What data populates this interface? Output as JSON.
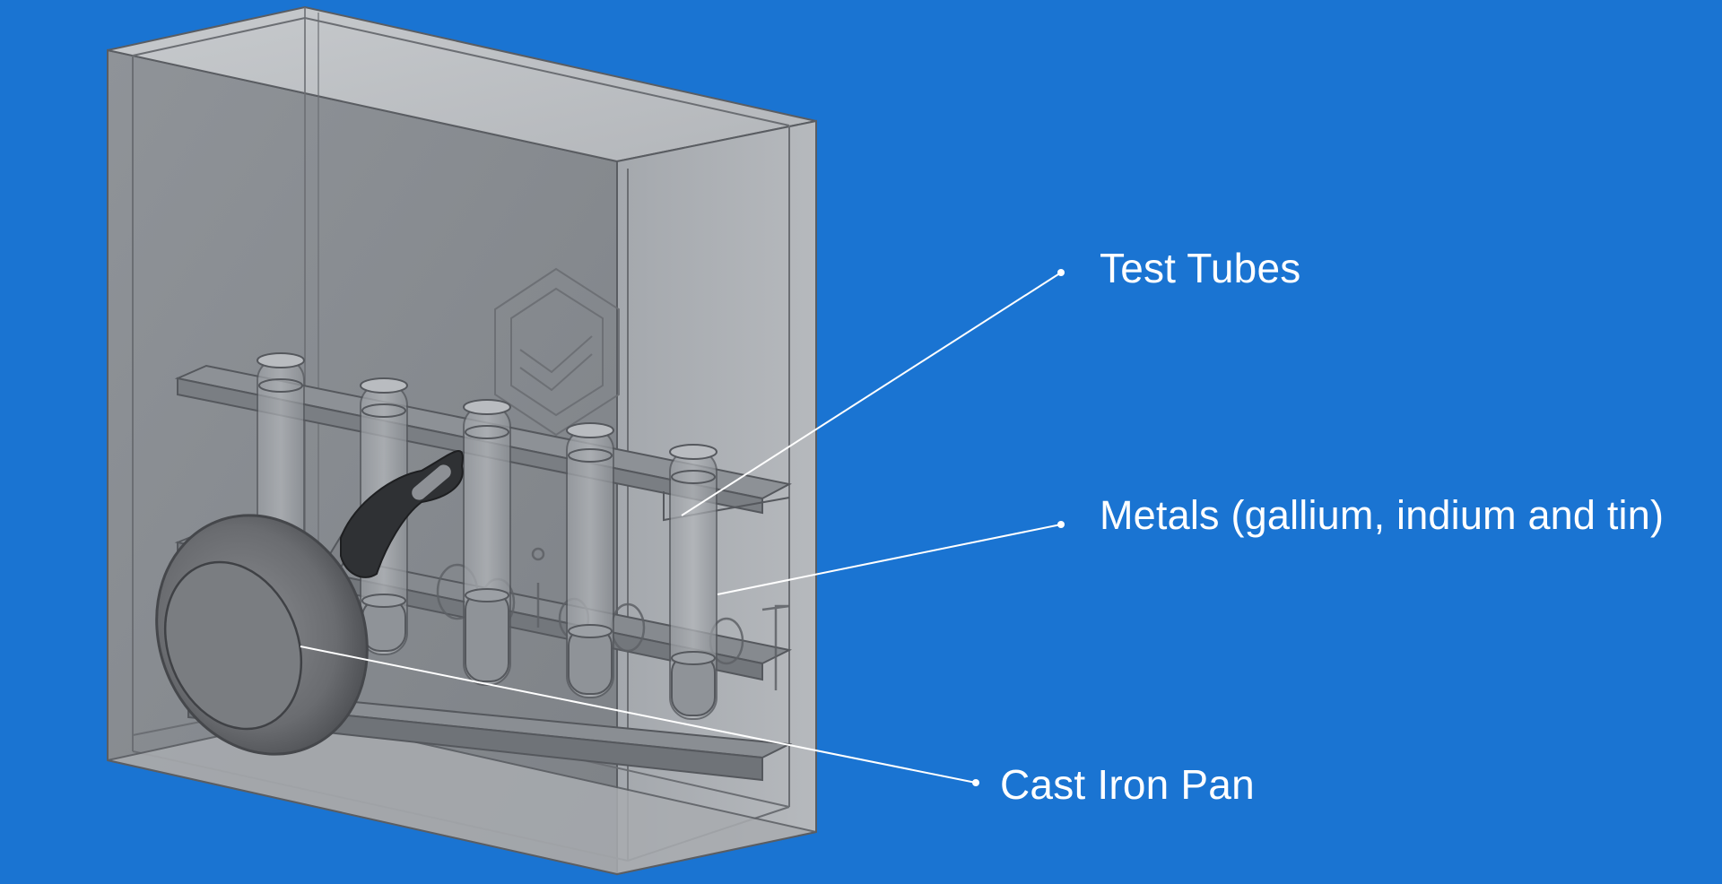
{
  "diagram": {
    "background_color": "#1a74d2",
    "line_color": "#ffffff",
    "callouts": [
      {
        "id": "test-tubes",
        "label": "Test Tubes"
      },
      {
        "id": "metals",
        "label": "Metals (gallium, indium and tin)"
      },
      {
        "id": "cast-iron-pan",
        "label": "Cast Iron Pan"
      }
    ]
  }
}
